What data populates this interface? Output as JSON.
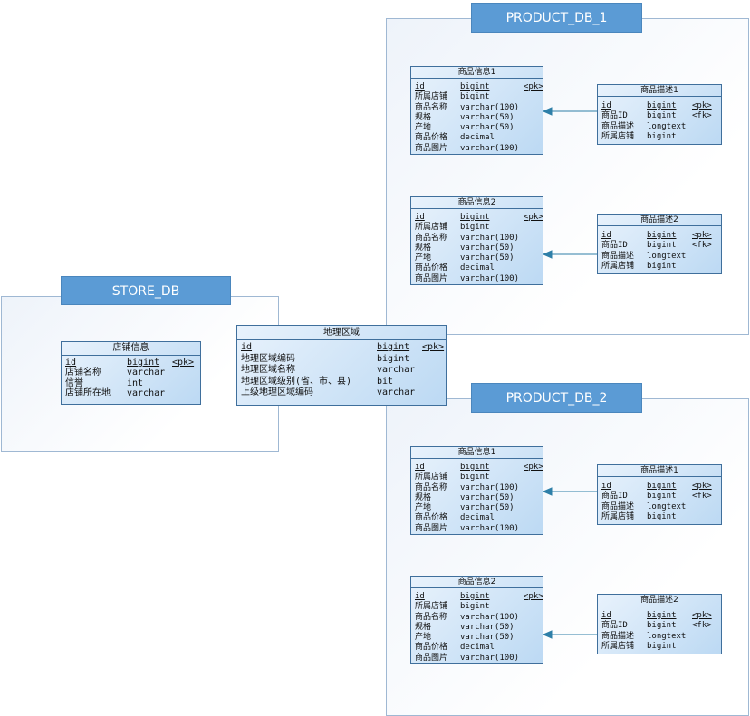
{
  "databases": {
    "store": "STORE_DB",
    "product1": "PRODUCT_DB_1",
    "product2": "PRODUCT_DB_2"
  },
  "colors": {
    "label_bg": "#5b9bd5",
    "entity_border": "#3f6f9c",
    "connector": "#2e7fa8"
  },
  "store_info": {
    "title": "店铺信息",
    "rows": [
      {
        "name": "id",
        "type": "bigint",
        "key": "<pk>"
      },
      {
        "name": "店铺名称",
        "type": "varchar",
        "key": ""
      },
      {
        "name": "信誉",
        "type": "int",
        "key": ""
      },
      {
        "name": "店铺所在地",
        "type": "varchar",
        "key": ""
      }
    ]
  },
  "region": {
    "title": "地理区域",
    "rows": [
      {
        "name": "id",
        "type": "bigint",
        "key": "<pk>"
      },
      {
        "name": "地理区域编码",
        "type": "bigint",
        "key": ""
      },
      {
        "name": "地理区域名称",
        "type": "varchar",
        "key": ""
      },
      {
        "name": "地理区域级别(省、市、县)",
        "type": "bit",
        "key": ""
      },
      {
        "name": "上级地理区域编码",
        "type": "varchar",
        "key": ""
      }
    ]
  },
  "product_info_1": {
    "title": "商品信息1",
    "rows": [
      {
        "name": "id",
        "type": "bigint",
        "key": "<pk>"
      },
      {
        "name": "所属店铺",
        "type": "bigint",
        "key": ""
      },
      {
        "name": "商品名称",
        "type": "varchar(100)",
        "key": ""
      },
      {
        "name": "规格",
        "type": "varchar(50)",
        "key": ""
      },
      {
        "name": "产地",
        "type": "varchar(50)",
        "key": ""
      },
      {
        "name": "商品价格",
        "type": "decimal",
        "key": ""
      },
      {
        "name": "商品图片",
        "type": "varchar(100)",
        "key": ""
      }
    ]
  },
  "product_info_2": {
    "title": "商品信息2",
    "rows": [
      {
        "name": "id",
        "type": "bigint",
        "key": "<pk>"
      },
      {
        "name": "所属店铺",
        "type": "bigint",
        "key": ""
      },
      {
        "name": "商品名称",
        "type": "varchar(100)",
        "key": ""
      },
      {
        "name": "规格",
        "type": "varchar(50)",
        "key": ""
      },
      {
        "name": "产地",
        "type": "varchar(50)",
        "key": ""
      },
      {
        "name": "商品价格",
        "type": "decimal",
        "key": ""
      },
      {
        "name": "商品图片",
        "type": "varchar(100)",
        "key": ""
      }
    ]
  },
  "product_desc_1": {
    "title": "商品描述1",
    "rows": [
      {
        "name": "id",
        "type": "bigint",
        "key": "<pk>"
      },
      {
        "name": "商品ID",
        "type": "bigint",
        "key": "<fk>"
      },
      {
        "name": "商品描述",
        "type": "longtext",
        "key": ""
      },
      {
        "name": "所属店铺",
        "type": "bigint",
        "key": ""
      }
    ]
  },
  "product_desc_2": {
    "title": "商品描述2",
    "rows": [
      {
        "name": "id",
        "type": "bigint",
        "key": "<pk>"
      },
      {
        "name": "商品ID",
        "type": "bigint",
        "key": "<fk>"
      },
      {
        "name": "商品描述",
        "type": "longtext",
        "key": ""
      },
      {
        "name": "所属店铺",
        "type": "bigint",
        "key": ""
      }
    ]
  }
}
